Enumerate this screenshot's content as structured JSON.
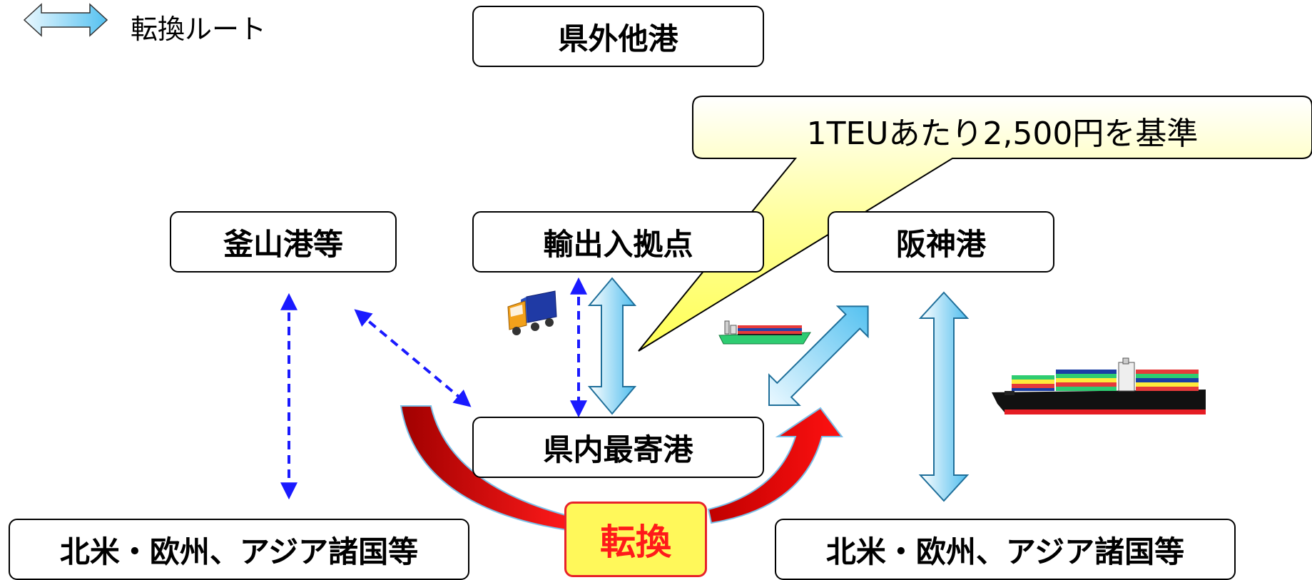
{
  "legend": {
    "icon": "double-arrow-icon",
    "label": "転換ルート"
  },
  "nodes": {
    "other_ports": "県外他港",
    "busan": "釜山港等",
    "hub": "輸出入拠点",
    "hanshin": "阪神港",
    "nearest": "県内最寄港",
    "overseas_left": "北米・欧州、アジア諸国等",
    "overseas_right": "北米・欧州、アジア諸国等"
  },
  "callout": {
    "text": "1TEUあたり2,500円を基準"
  },
  "convert_label": "転換",
  "icons": {
    "truck": "truck-icon",
    "small_ship": "feeder-ship-icon",
    "large_ship": "container-ship-icon"
  },
  "colors": {
    "dashed_arrow": "#1a1aff",
    "route_arrow": "#6cc9f2",
    "convert_arrow": "#e00000",
    "callout_fill": "#ffff88"
  }
}
